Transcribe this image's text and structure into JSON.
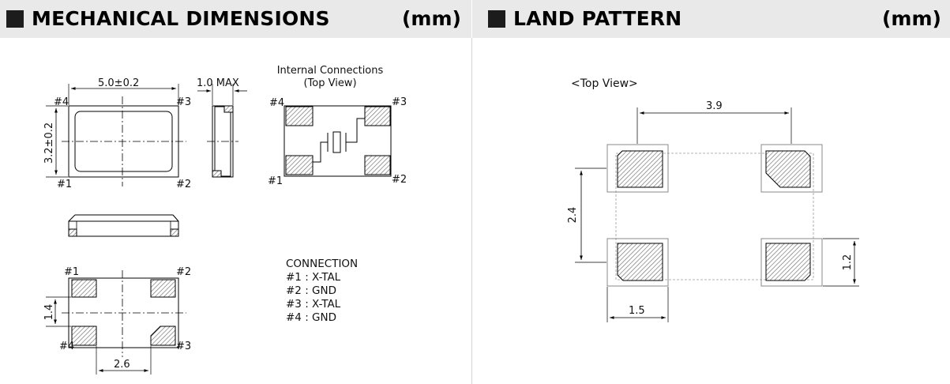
{
  "mechanical": {
    "title": "MECHANICAL DIMENSIONS",
    "unit": "(mm)",
    "dim_length": "5.0±0.2",
    "dim_width": "3.2±0.2",
    "dim_height": "1.0 MAX",
    "dim_pad_pitch_v": "1.4",
    "dim_pad_pitch_h": "2.6",
    "pins": {
      "p1": "#1",
      "p2": "#2",
      "p3": "#3",
      "p4": "#4"
    }
  },
  "internal": {
    "title_line1": "Internal Connections",
    "title_line2": "(Top View)"
  },
  "connection": {
    "heading": "CONNECTION",
    "items": [
      "#1 : X-TAL",
      "#2 : GND",
      "#3 : X-TAL",
      "#4 : GND"
    ]
  },
  "land": {
    "title": "LAND PATTERN",
    "unit": "(mm)",
    "view_label": "<Top View>",
    "dim_h": "3.9",
    "dim_v": "2.4",
    "dim_pad_w": "1.5",
    "dim_pad_h": "1.2"
  }
}
